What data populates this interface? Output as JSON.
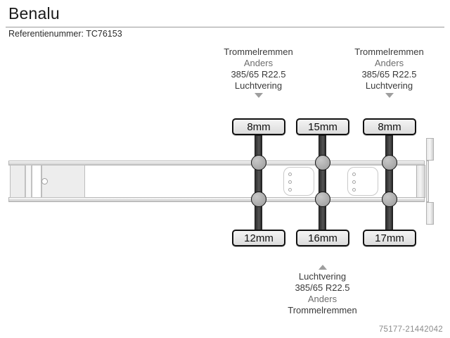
{
  "header": {
    "title": "Benalu",
    "reference_label": "Referentienummer: TC76153"
  },
  "callouts": {
    "top_left": {
      "line1": "Trommelremmen",
      "line2": "Anders",
      "line3": "385/65 R22.5",
      "line4": "Luchtvering",
      "arrow": "triangle-down-icon"
    },
    "top_right": {
      "line1": "Trommelremmen",
      "line2": "Anders",
      "line3": "385/65 R22.5",
      "line4": "Luchtvering",
      "arrow": "triangle-down-icon"
    },
    "bottom": {
      "line1": "Luchtvering",
      "line2": "385/65 R22.5",
      "line3": "Anders",
      "line4": "Trommelremmen",
      "arrow": "triangle-up-icon"
    }
  },
  "measurements": {
    "top": [
      {
        "value": "8mm"
      },
      {
        "value": "15mm"
      },
      {
        "value": "8mm"
      }
    ],
    "bottom": [
      {
        "value": "12mm"
      },
      {
        "value": "16mm"
      },
      {
        "value": "17mm"
      }
    ]
  },
  "footer": {
    "watermark": "75177-21442042"
  },
  "colors": {
    "text": "#2b2b2b",
    "muted": "#6d6d6d",
    "arrow": "#9e9e9e",
    "axle": "#3a3a3a",
    "wheel": "#b0b0b0",
    "box_border": "#111111",
    "watermark": "#8c8c8c"
  }
}
